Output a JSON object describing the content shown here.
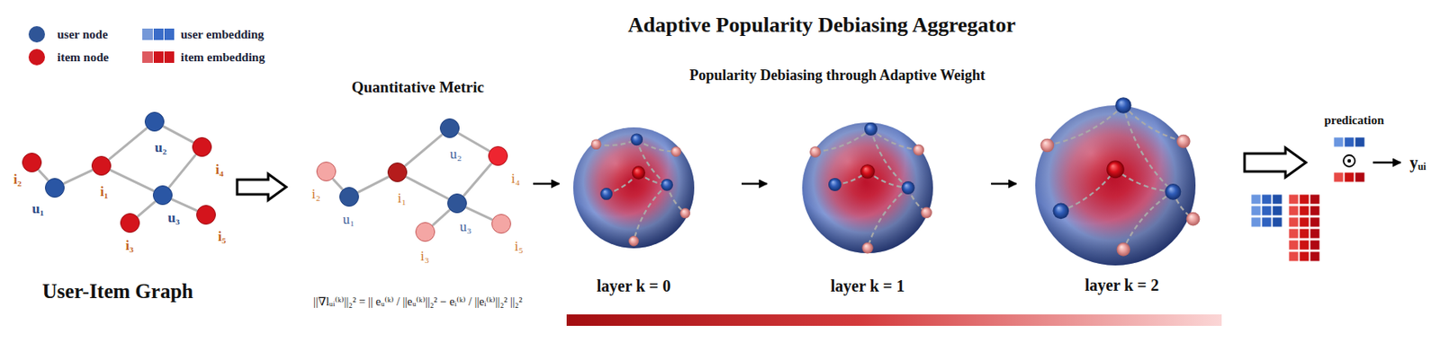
{
  "diagram": {
    "title": "Adaptive Popularity Debiasing Aggregator",
    "nodes": [
      {
        "text": [
          "i₂"
        ]
      },
      {
        "text": [
          "u₁"
        ]
      },
      {
        "text": [
          "i₁"
        ]
      },
      {
        "text": [
          "u₂"
        ]
      },
      {
        "text": [
          "i₄"
        ]
      },
      {
        "text": [
          "u₃"
        ]
      },
      {
        "text": [
          "i₃"
        ]
      },
      {
        "text": [
          "i₅"
        ]
      },
      {
        "text": [
          "i₂"
        ]
      },
      {
        "text": [
          "u₁"
        ]
      },
      {
        "text": [
          "i₁"
        ]
      },
      {
        "text": [
          "u₂"
        ]
      },
      {
        "text": [
          "i₄"
        ]
      },
      {
        "text": [
          "u₃"
        ]
      },
      {
        "text": [
          "i₃"
        ]
      },
      {
        "text": [
          "i₅"
        ]
      }
    ],
    "edges": [
      {
        "from": 0,
        "to": 1,
        "arrow": "none"
      },
      {
        "from": 1,
        "to": 2,
        "arrow": "none"
      },
      {
        "from": 2,
        "to": 3,
        "arrow": "none"
      },
      {
        "from": 3,
        "to": 4,
        "arrow": "none"
      },
      {
        "from": 2,
        "to": 5,
        "arrow": "none"
      },
      {
        "from": 5,
        "to": 4,
        "arrow": "none"
      },
      {
        "from": 5,
        "to": 6,
        "arrow": "none"
      },
      {
        "from": 5,
        "to": 7,
        "arrow": "none"
      },
      {
        "from": 8,
        "to": 9,
        "arrow": "none"
      },
      {
        "from": 9,
        "to": 10,
        "arrow": "none"
      },
      {
        "from": 10,
        "to": 11,
        "arrow": "none"
      },
      {
        "from": 11,
        "to": 12,
        "arrow": "none"
      },
      {
        "from": 10,
        "to": 13,
        "arrow": "none"
      },
      {
        "from": 13,
        "to": 12,
        "arrow": "none"
      },
      {
        "from": 13,
        "to": 14,
        "arrow": "none"
      },
      {
        "from": 13,
        "to": 15,
        "arrow": "none"
      }
    ],
    "labels": [
      "User-Item Graph",
      "Quantitative Metric",
      "||∇lᵤᵢ⁽ᵏ⁾||₂² = || eᵤ⁽ᵏ⁾ / ||eᵤ⁽ᵏ⁾||₂² − eᵢ⁽ᵏ⁾ / ||eᵢ⁽ᵏ⁾||₂² ||₂²",
      "Popularity Debiasing through Adaptive Weight",
      "layer k = 0",
      "layer k = 1",
      "layer k = 2",
      "predication",
      "yᵤᵢ"
    ],
    "legend": [
      {
        "text": "user node",
        "color": "#2f5597"
      },
      {
        "text": "user embedding",
        "color": "#3a6cc8"
      },
      {
        "text": "item node",
        "color": "#d0141c"
      },
      {
        "text": "item embedding",
        "color": "#d0141c"
      }
    ]
  }
}
